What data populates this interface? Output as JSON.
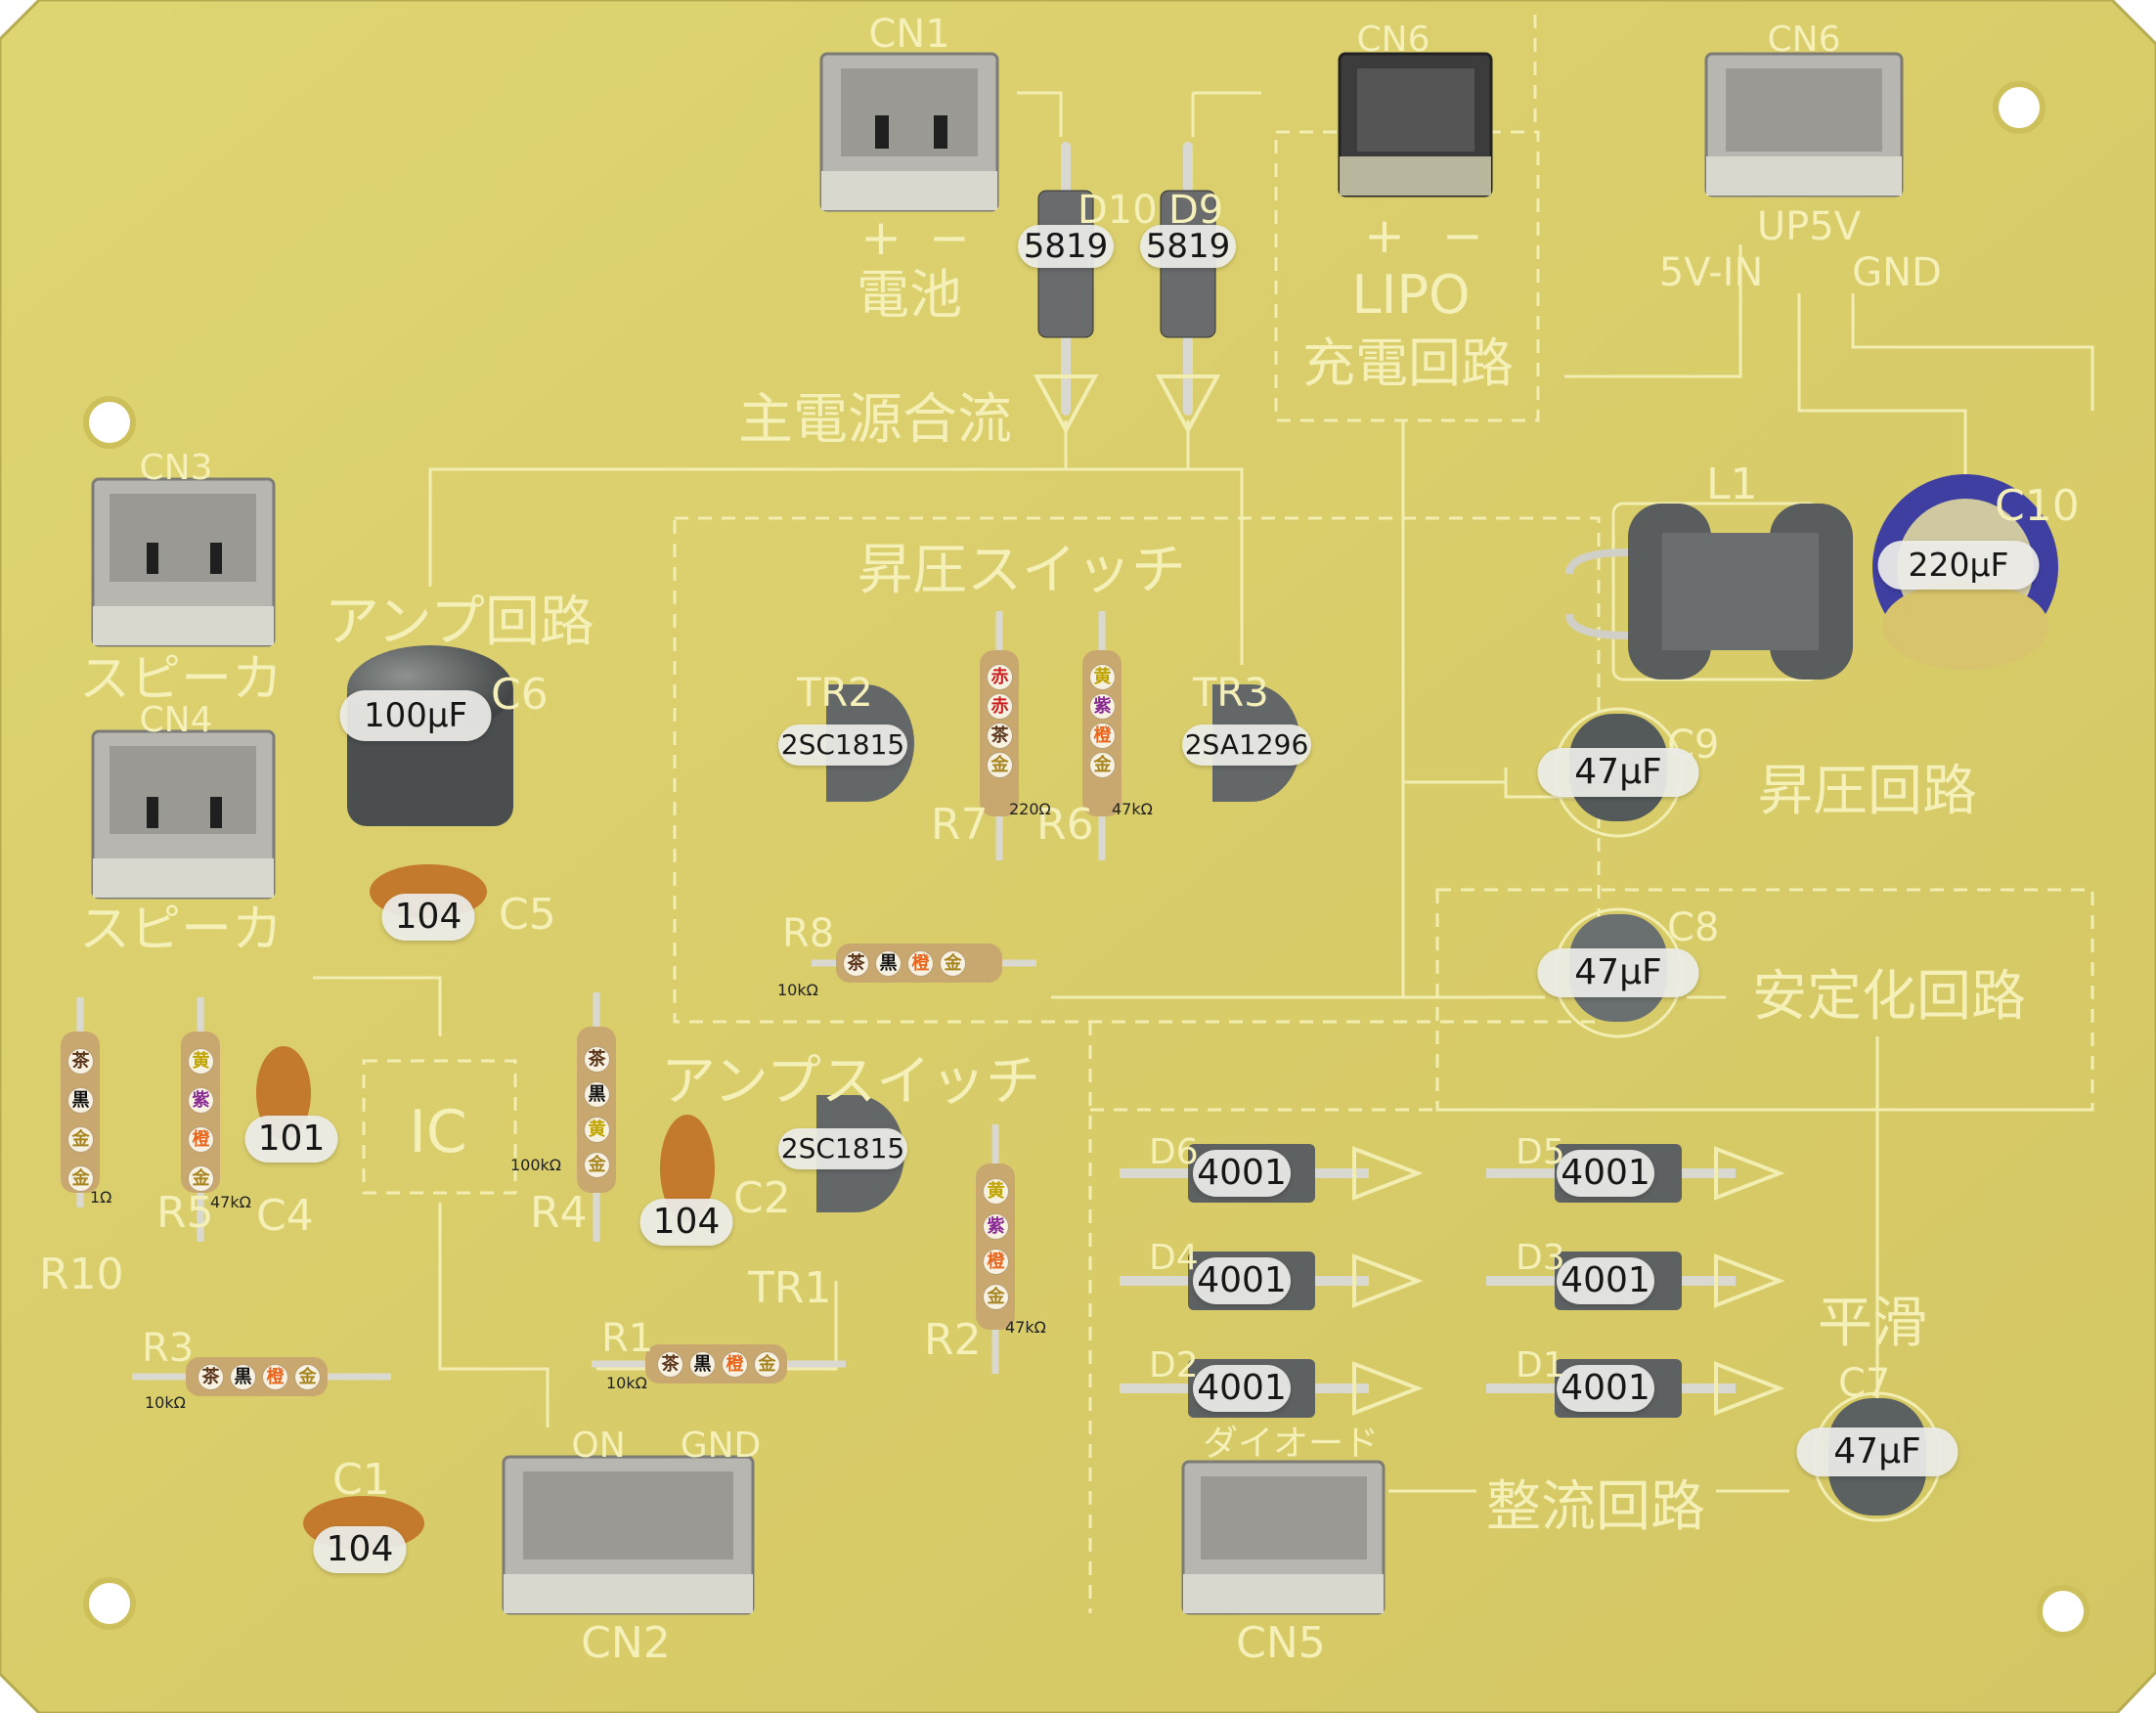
{
  "colors": {
    "board": "#d9cd6c",
    "silk": "#f4f0b8",
    "capacitor_body": "#4b4e4e",
    "disc_cap": "#c47a2c",
    "resistor_body": "#c9a870"
  },
  "connectors": {
    "cn1": "CN1",
    "cn6a": "CN6",
    "cn6b": "CN6",
    "cn3": "CN3",
    "cn4": "CN4",
    "cn2": "CN2",
    "cn5": "CN5"
  },
  "silk": {
    "battery": "電池",
    "plus": "+",
    "minus": "−",
    "lipo": "LIPO",
    "charge": "充電回路",
    "up5v": "UP5V",
    "vin": "5V-IN",
    "gnd": "GND",
    "main_merge": "主電源合流",
    "amp_circuit": "アンプ回路",
    "speaker": "スピーカ",
    "boost_switch": "昇圧スイッチ",
    "boost_circuit": "昇圧回路",
    "stabilize": "安定化回路",
    "amp_switch": "アンプスイッチ",
    "smooth": "平滑",
    "rectify": "整流回路",
    "diode": "ダイオード",
    "ic": "IC",
    "on": "ON",
    "gnd2": "GND"
  },
  "refs": {
    "d10": "D10",
    "d9": "D9",
    "c6": "C6",
    "c5": "C5",
    "c4": "C4",
    "c2": "C2",
    "c1": "C1",
    "c7": "C7",
    "c8": "C8",
    "c9": "C9",
    "c10": "C10",
    "l1": "L1",
    "tr2": "TR2",
    "tr3": "TR3",
    "tr1": "TR1",
    "r7": "R7",
    "r6": "R6",
    "r8": "R8",
    "r10": "R10",
    "r5": "R5",
    "r4": "R4",
    "r3": "R3",
    "r1": "R1",
    "r2": "R2",
    "d1": "D1",
    "d2": "D2",
    "d3": "D3",
    "d4": "D4",
    "d5": "D5",
    "d6": "D6"
  },
  "parts": {
    "d10": "5819",
    "d9": "5819",
    "c6": "100μF",
    "c5": "104",
    "c4": "101",
    "c2": "104",
    "c1": "104",
    "c10": "220μF",
    "c9": "47μF",
    "c8": "47μF",
    "c7": "47μF",
    "tr2": "2SC1815",
    "tr3": "2SA1296",
    "tr1": "2SC1815",
    "d1": "4001",
    "d2": "4001",
    "d3": "4001",
    "d4": "4001",
    "d5": "4001",
    "d6": "4001"
  },
  "resistors": {
    "r7": {
      "value": "220Ω",
      "bands": [
        "赤",
        "赤",
        "茶",
        "金"
      ]
    },
    "r6": {
      "value": "47kΩ",
      "bands": [
        "黄",
        "紫",
        "橙",
        "金"
      ]
    },
    "r8": {
      "value": "10kΩ",
      "bands": [
        "茶",
        "黒",
        "橙",
        "金"
      ]
    },
    "r10": {
      "value": "1Ω",
      "bands": [
        "茶",
        "黒",
        "金",
        "金"
      ]
    },
    "r5": {
      "value": "47kΩ",
      "bands": [
        "黄",
        "紫",
        "橙",
        "金"
      ]
    },
    "r4": {
      "value": "100kΩ",
      "bands": [
        "茶",
        "黒",
        "黄",
        "金"
      ]
    },
    "r3": {
      "value": "10kΩ",
      "bands": [
        "茶",
        "黒",
        "橙",
        "金"
      ]
    },
    "r1": {
      "value": "10kΩ",
      "bands": [
        "茶",
        "黒",
        "橙",
        "金"
      ]
    },
    "r2": {
      "value": "47kΩ",
      "bands": [
        "黄",
        "紫",
        "橙",
        "金"
      ]
    }
  },
  "band_colors": {
    "茶": "#5a3419",
    "黒": "#111111",
    "橙": "#e9651c",
    "金": "#a8841f",
    "赤": "#cc1f1f",
    "黄": "#c0a400",
    "紫": "#8a2a93"
  }
}
